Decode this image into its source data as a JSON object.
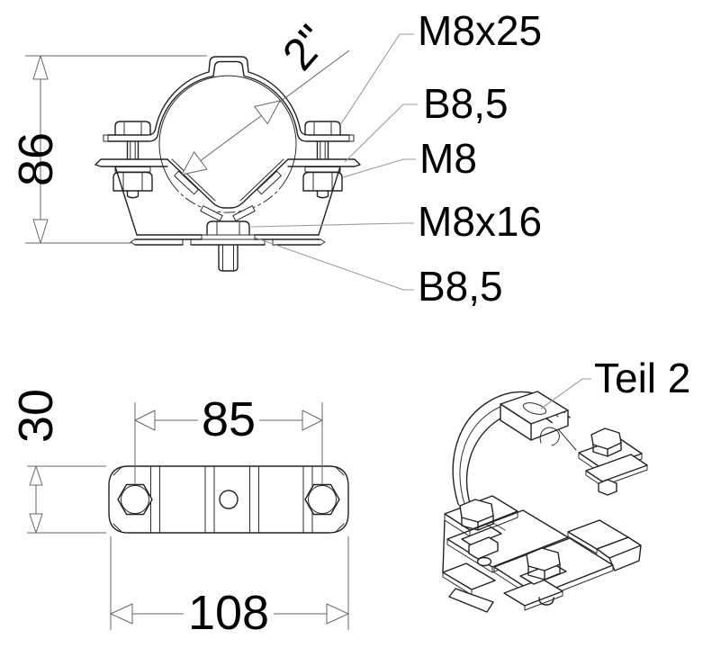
{
  "drawing_title": "pipe clamp technical drawing",
  "colors": {
    "background": "#ffffff",
    "part_line": "#222222",
    "dimension_line": "#666666",
    "leader_line": "#9a9a9a",
    "text": "#000000"
  },
  "front_view": {
    "dim_height": "86",
    "pipe_size": "2\"",
    "callouts": [
      {
        "label": "M8x25"
      },
      {
        "label": "B8,5"
      },
      {
        "label": "M8"
      },
      {
        "label": "M8x16"
      },
      {
        "label": "B8,5"
      }
    ]
  },
  "plan_view": {
    "dim_depth": "30",
    "dim_hole_spacing": "85",
    "dim_overall_width": "108"
  },
  "iso_view": {
    "label": "Teil 2"
  }
}
